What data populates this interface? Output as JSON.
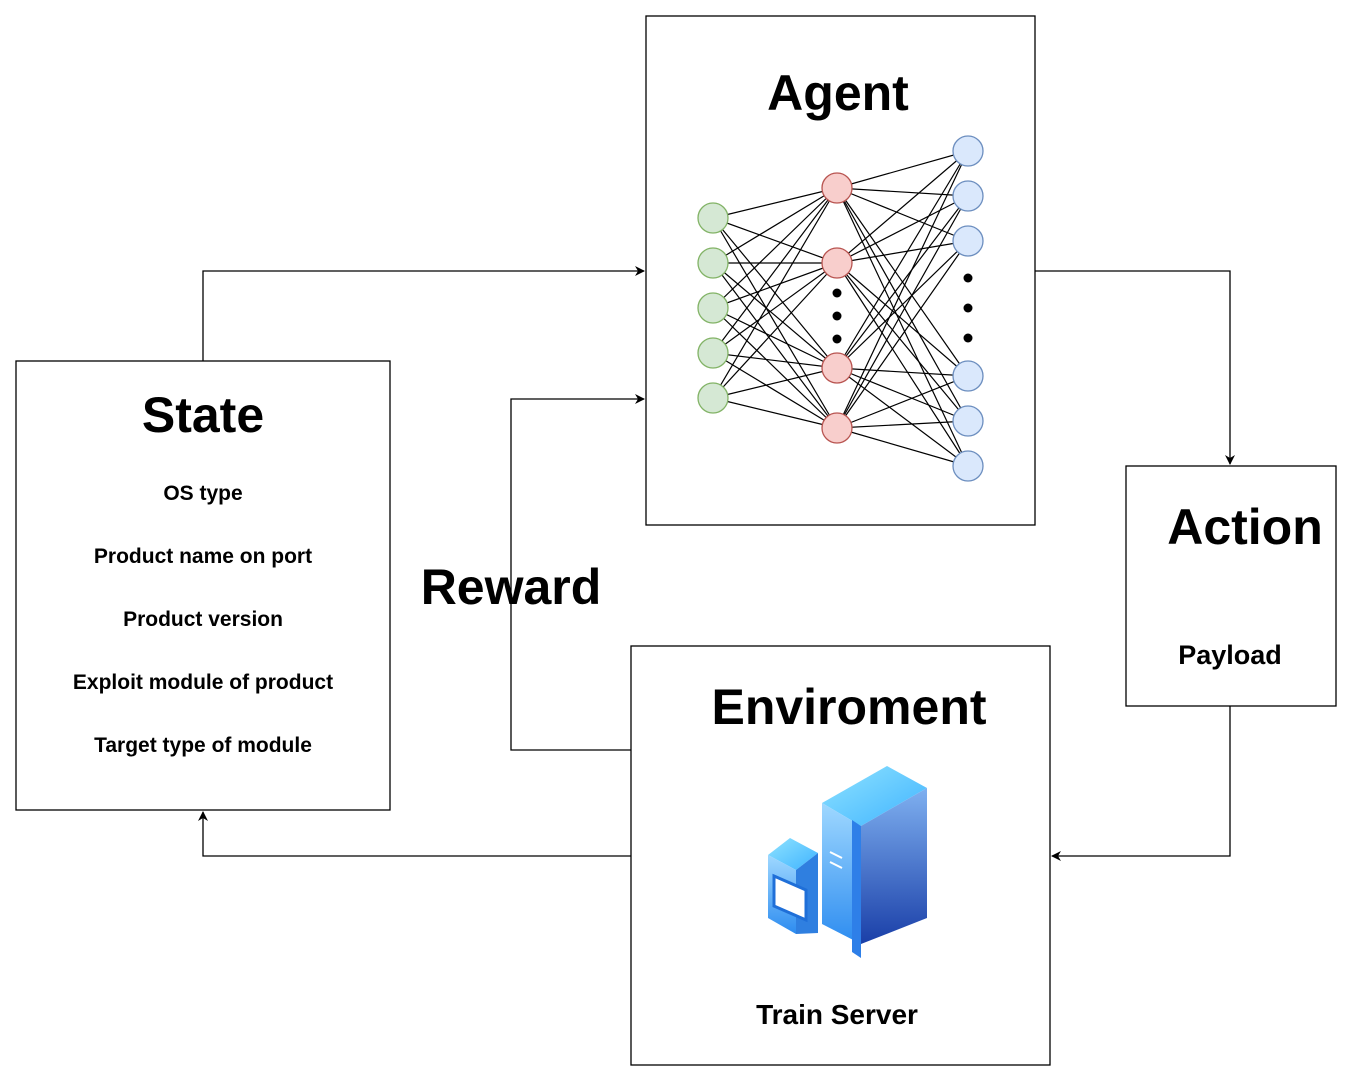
{
  "agent": {
    "title": "Agent"
  },
  "state": {
    "title": "State",
    "items": [
      "OS type",
      "Product name on port",
      "Product version",
      "Exploit module of product",
      "Target type of module"
    ]
  },
  "action": {
    "title": "Action",
    "item": "Payload"
  },
  "environment": {
    "title": "Enviroment",
    "server_label": "Train Server"
  },
  "reward": {
    "label": "Reward"
  },
  "network": {
    "input_nodes": 5,
    "hidden_nodes": 4,
    "output_nodes": 6,
    "colors": {
      "input_fill": "#d5e8d4",
      "input_stroke": "#82b366",
      "hidden_fill": "#f8cecc",
      "hidden_stroke": "#b85450",
      "output_fill": "#dae8fc",
      "output_stroke": "#6c8ebf"
    }
  },
  "server_icon": {
    "name": "server-icon",
    "colors": {
      "light": "#66ccff",
      "mid": "#3399ff",
      "dark": "#1a4fb4"
    }
  }
}
